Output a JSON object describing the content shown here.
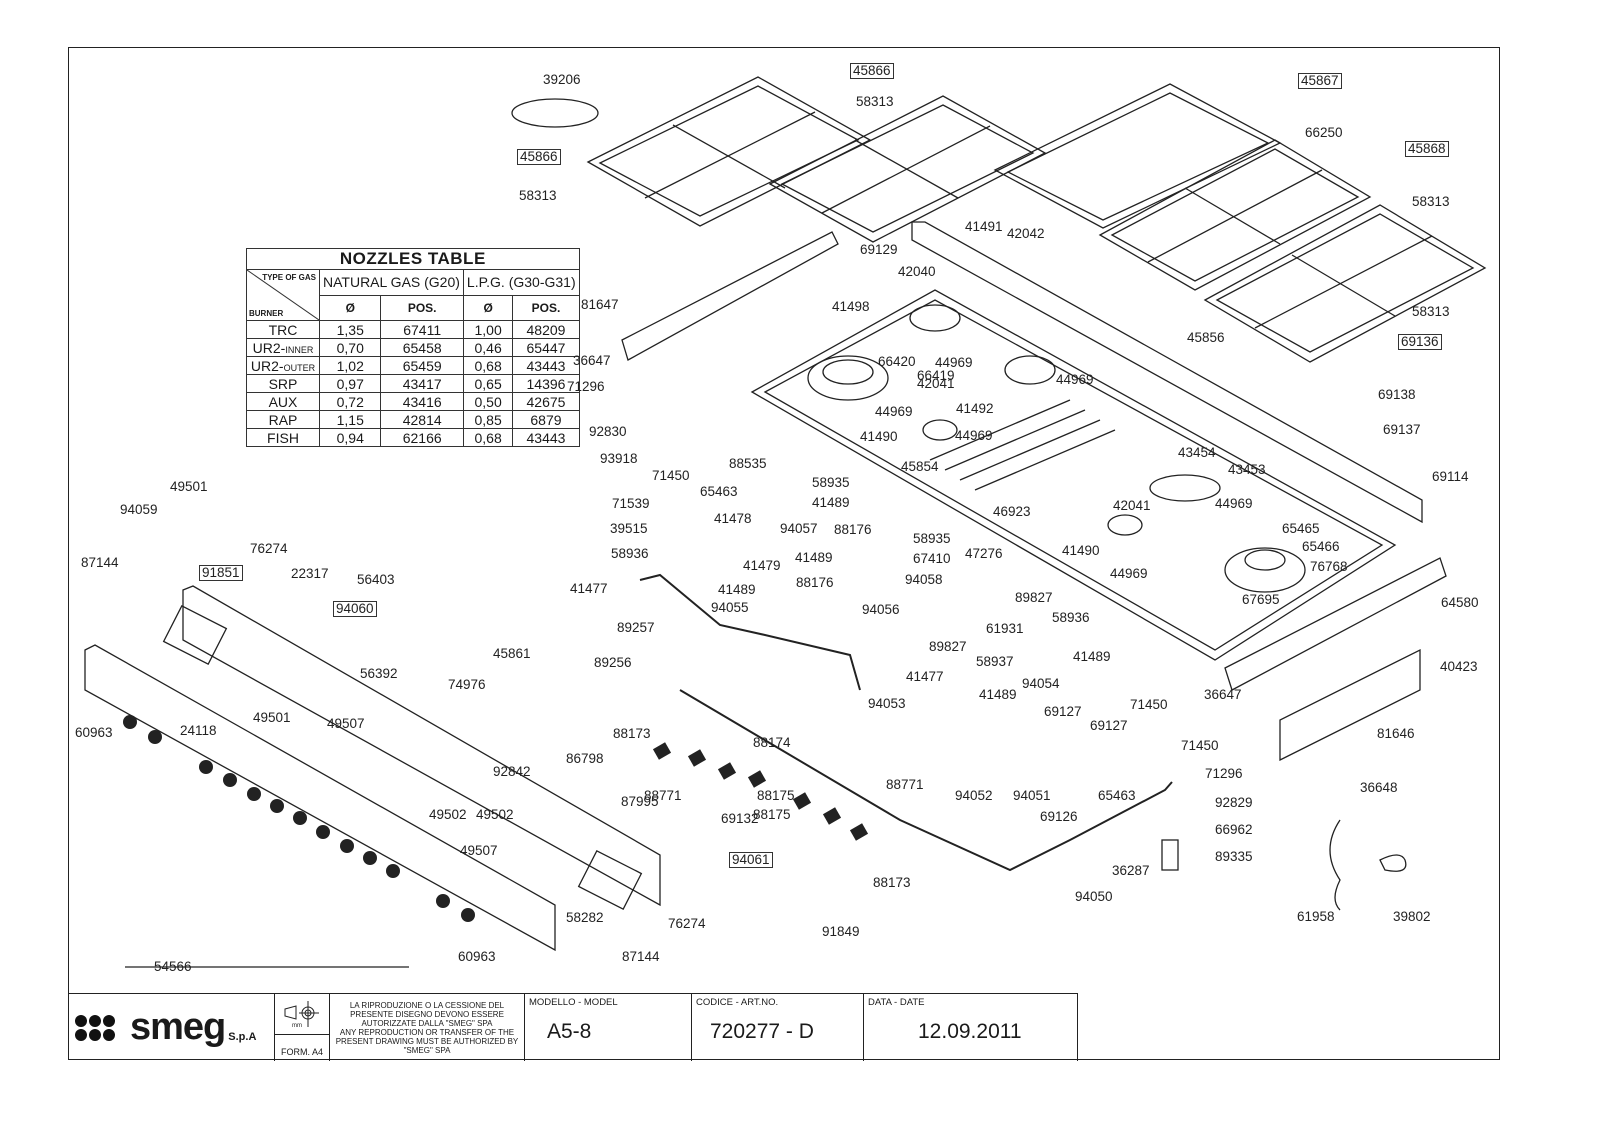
{
  "document": {
    "type": "exploded parts diagram",
    "brand": "smeg"
  },
  "nozzles_table": {
    "title": "NOZZLES TABLE",
    "type_of_gas_label": "TYPE OF GAS",
    "burner_label": "BURNER",
    "gas_headers": [
      "NATURAL GAS (G20)",
      "L.P.G. (G30-G31)"
    ],
    "sub_headers": [
      "Ø",
      "POS.",
      "Ø",
      "POS."
    ],
    "rows": [
      {
        "burner": "TRC",
        "suffix": "",
        "ng_d": "1,35",
        "ng_pos": "67411",
        "lpg_d": "1,00",
        "lpg_pos": "48209"
      },
      {
        "burner": "UR2-",
        "suffix": "INNER",
        "ng_d": "0,70",
        "ng_pos": "65458",
        "lpg_d": "0,46",
        "lpg_pos": "65447"
      },
      {
        "burner": "UR2-",
        "suffix": "OUTER",
        "ng_d": "1,02",
        "ng_pos": "65459",
        "lpg_d": "0,68",
        "lpg_pos": "43443"
      },
      {
        "burner": "SRP",
        "suffix": "",
        "ng_d": "0,97",
        "ng_pos": "43417",
        "lpg_d": "0,65",
        "lpg_pos": "14396"
      },
      {
        "burner": "AUX",
        "suffix": "",
        "ng_d": "0,72",
        "ng_pos": "43416",
        "lpg_d": "0,50",
        "lpg_pos": "42675"
      },
      {
        "burner": "RAP",
        "suffix": "",
        "ng_d": "1,15",
        "ng_pos": "42814",
        "lpg_d": "0,85",
        "lpg_pos": "6879"
      },
      {
        "burner": "FISH",
        "suffix": "",
        "ng_d": "0,94",
        "ng_pos": "62166",
        "lpg_d": "0,68",
        "lpg_pos": "43443"
      }
    ]
  },
  "part_labels": [
    {
      "id": "39206",
      "boxed": false
    },
    {
      "id": "45866",
      "boxed": true
    },
    {
      "id": "58313",
      "boxed": false
    },
    {
      "id": "45866",
      "boxed": true
    },
    {
      "id": "58313",
      "boxed": false
    },
    {
      "id": "45867",
      "boxed": true
    },
    {
      "id": "66250",
      "boxed": false
    },
    {
      "id": "45868",
      "boxed": true
    },
    {
      "id": "58313",
      "boxed": false
    },
    {
      "id": "58313",
      "boxed": false
    },
    {
      "id": "69136",
      "boxed": true
    },
    {
      "id": "69129",
      "boxed": false
    },
    {
      "id": "41491",
      "boxed": false
    },
    {
      "id": "42040",
      "boxed": false
    },
    {
      "id": "42042",
      "boxed": false
    },
    {
      "id": "41498",
      "boxed": false
    },
    {
      "id": "66420",
      "boxed": false
    },
    {
      "id": "44969",
      "boxed": false
    },
    {
      "id": "66419",
      "boxed": false
    },
    {
      "id": "44969",
      "boxed": false
    },
    {
      "id": "42041",
      "boxed": false
    },
    {
      "id": "41492",
      "boxed": false
    },
    {
      "id": "44969",
      "boxed": false
    },
    {
      "id": "41490",
      "boxed": false
    },
    {
      "id": "44969",
      "boxed": false
    },
    {
      "id": "45854",
      "boxed": false
    },
    {
      "id": "45856",
      "boxed": false
    },
    {
      "id": "69138",
      "boxed": false
    },
    {
      "id": "69137",
      "boxed": false
    },
    {
      "id": "43454",
      "boxed": false
    },
    {
      "id": "43453",
      "boxed": false
    },
    {
      "id": "44969",
      "boxed": false
    },
    {
      "id": "46923",
      "boxed": false
    },
    {
      "id": "42041",
      "boxed": false
    },
    {
      "id": "41490",
      "boxed": false
    },
    {
      "id": "44969",
      "boxed": false
    },
    {
      "id": "69114",
      "boxed": false
    },
    {
      "id": "65465",
      "boxed": false
    },
    {
      "id": "65466",
      "boxed": false
    },
    {
      "id": "76768",
      "boxed": false
    },
    {
      "id": "47276",
      "boxed": false
    },
    {
      "id": "67695",
      "boxed": false
    },
    {
      "id": "64580",
      "boxed": false
    },
    {
      "id": "40423",
      "boxed": false
    },
    {
      "id": "81647",
      "boxed": false
    },
    {
      "id": "36647",
      "boxed": false
    },
    {
      "id": "71296",
      "boxed": false
    },
    {
      "id": "92830",
      "boxed": false
    },
    {
      "id": "93918",
      "boxed": false
    },
    {
      "id": "88535",
      "boxed": false
    },
    {
      "id": "58935",
      "boxed": false
    },
    {
      "id": "41489",
      "boxed": false
    },
    {
      "id": "71450",
      "boxed": false
    },
    {
      "id": "65463",
      "boxed": false
    },
    {
      "id": "41478",
      "boxed": false
    },
    {
      "id": "71539",
      "boxed": false
    },
    {
      "id": "39515",
      "boxed": false
    },
    {
      "id": "94057",
      "boxed": false
    },
    {
      "id": "88176",
      "boxed": false
    },
    {
      "id": "58935",
      "boxed": false
    },
    {
      "id": "41489",
      "boxed": false
    },
    {
      "id": "67410",
      "boxed": false
    },
    {
      "id": "58936",
      "boxed": false
    },
    {
      "id": "88176",
      "boxed": false
    },
    {
      "id": "41479",
      "boxed": false
    },
    {
      "id": "94058",
      "boxed": false
    },
    {
      "id": "41477",
      "boxed": false
    },
    {
      "id": "41489",
      "boxed": false
    },
    {
      "id": "94056",
      "boxed": false
    },
    {
      "id": "94055",
      "boxed": false
    },
    {
      "id": "89257",
      "boxed": false
    },
    {
      "id": "89256",
      "boxed": false
    },
    {
      "id": "89827",
      "boxed": false
    },
    {
      "id": "58936",
      "boxed": false
    },
    {
      "id": "61931",
      "boxed": false
    },
    {
      "id": "41489",
      "boxed": false
    },
    {
      "id": "89827",
      "boxed": false
    },
    {
      "id": "58937",
      "boxed": false
    },
    {
      "id": "41477",
      "boxed": false
    },
    {
      "id": "94054",
      "boxed": false
    },
    {
      "id": "94053",
      "boxed": false
    },
    {
      "id": "41489",
      "boxed": false
    },
    {
      "id": "69127",
      "boxed": false
    },
    {
      "id": "71450",
      "boxed": false
    },
    {
      "id": "69127",
      "boxed": false
    },
    {
      "id": "71450",
      "boxed": false
    },
    {
      "id": "36647",
      "boxed": false
    },
    {
      "id": "71296",
      "boxed": false
    },
    {
      "id": "81646",
      "boxed": false
    },
    {
      "id": "92829",
      "boxed": false
    },
    {
      "id": "36648",
      "boxed": false
    },
    {
      "id": "94052",
      "boxed": false
    },
    {
      "id": "94051",
      "boxed": false
    },
    {
      "id": "69126",
      "boxed": false
    },
    {
      "id": "65463",
      "boxed": false
    },
    {
      "id": "66962",
      "boxed": false
    },
    {
      "id": "36287",
      "boxed": false
    },
    {
      "id": "89335",
      "boxed": false
    },
    {
      "id": "94050",
      "boxed": false
    },
    {
      "id": "61958",
      "boxed": false
    },
    {
      "id": "39802",
      "boxed": false
    },
    {
      "id": "88173",
      "boxed": false
    },
    {
      "id": "88174",
      "boxed": false
    },
    {
      "id": "88771",
      "boxed": false
    },
    {
      "id": "88175",
      "boxed": false
    },
    {
      "id": "88771",
      "boxed": false
    },
    {
      "id": "88175",
      "boxed": false
    },
    {
      "id": "88173",
      "boxed": false
    },
    {
      "id": "91849",
      "boxed": false
    },
    {
      "id": "86798",
      "boxed": false
    },
    {
      "id": "87995",
      "boxed": false
    },
    {
      "id": "69132",
      "boxed": false
    },
    {
      "id": "94061",
      "boxed": true
    },
    {
      "id": "76274",
      "boxed": false
    },
    {
      "id": "87144",
      "boxed": false
    },
    {
      "id": "58282",
      "boxed": false
    },
    {
      "id": "45861",
      "boxed": false
    },
    {
      "id": "74976",
      "boxed": false
    },
    {
      "id": "92842",
      "boxed": false
    },
    {
      "id": "49502",
      "boxed": false
    },
    {
      "id": "49507",
      "boxed": false
    },
    {
      "id": "49501",
      "boxed": false
    },
    {
      "id": "94059",
      "boxed": false
    },
    {
      "id": "87144",
      "boxed": false
    },
    {
      "id": "91851",
      "boxed": true
    },
    {
      "id": "76274",
      "boxed": false
    },
    {
      "id": "22317",
      "boxed": false
    },
    {
      "id": "56403",
      "boxed": false
    },
    {
      "id": "94060",
      "boxed": true
    },
    {
      "id": "56392",
      "boxed": false
    },
    {
      "id": "49502",
      "boxed": false
    },
    {
      "id": "49507",
      "boxed": false
    },
    {
      "id": "49501",
      "boxed": false
    },
    {
      "id": "24118",
      "boxed": false
    },
    {
      "id": "60963",
      "boxed": false
    },
    {
      "id": "60963",
      "boxed": false
    },
    {
      "id": "54566",
      "boxed": false
    }
  ],
  "title_block": {
    "company_suffix": "S.p.A",
    "tool_unit": "mm",
    "form": "FORM. A4",
    "notice_it": "LA RIPRODUZIONE O LA CESSIONE DEL PRESENTE DISEGNO DEVONO ESSERE AUTORIZZATE DALLA \"SMEG\" SPA",
    "notice_en": "ANY REPRODUCTION OR TRANSFER OF THE PRESENT DRAWING MUST BE AUTHORIZED BY \"SMEG\" SPA",
    "model_caption": "MODELLO - MODEL",
    "model_value": "A5-8",
    "code_caption": "CODICE - ART.NO.",
    "code_value": "720277 - D",
    "date_caption": "DATA - DATE",
    "date_value": "12.09.2011"
  }
}
